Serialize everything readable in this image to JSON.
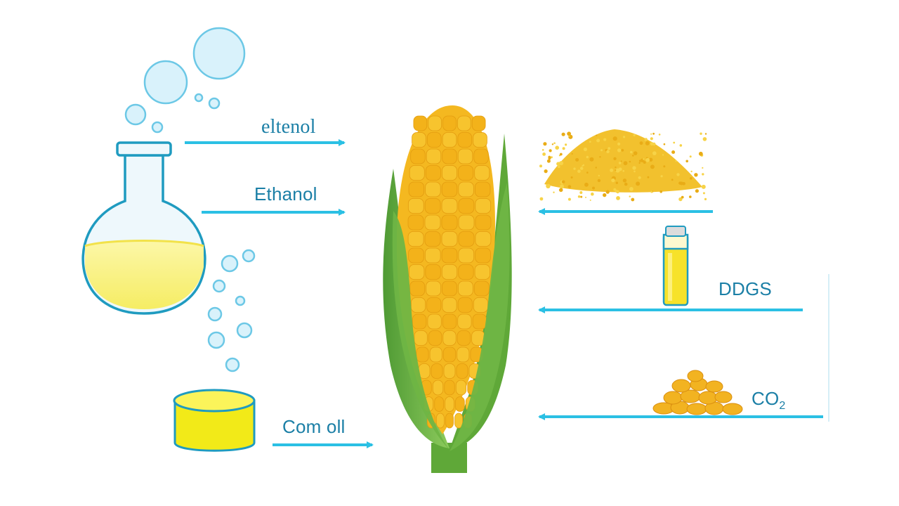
{
  "labels": {
    "left_top": "eltenol",
    "left_mid": "Ethanol",
    "left_bottom": "Com oll",
    "right_mid": "DDGS",
    "right_bottom_main": "CO",
    "right_bottom_sub": "2"
  },
  "colors": {
    "arrow": "#2bc0e4",
    "label": "#1b7fa6",
    "kernel": "#f6bb1c",
    "husk": "#6fb544",
    "liquid": "#fbf27a"
  },
  "icons": [
    "flask-icon",
    "bubbles-icon",
    "corn-cob-icon",
    "ddgs-powder-icon",
    "oil-vial-icon",
    "oil-tub-icon",
    "kernel-pile-icon"
  ]
}
